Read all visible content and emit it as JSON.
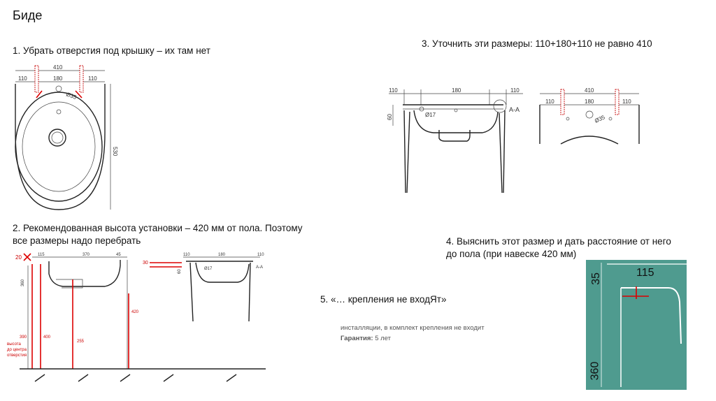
{
  "title": "Биде",
  "notes": [
    "1. Убрать отверстия под крышку – их там нет",
    "2. Рекомендованная высота установки – 420 мм от пола. Поэтому все размеры надо перебрать",
    "3. Уточнить эти размеры: 110+180+110 не равно 410",
    "4. Выяснить этот размер и дать расстояние от него до пола (при навеске 420 мм)",
    "5. «… крепления не входЯт»"
  ],
  "quote": {
    "line1": "инсталляции, в комплект крепления не входит",
    "guarantee_label": "Гарантия:",
    "guarantee_value": "5 лет"
  },
  "drawing1": {
    "total": "410",
    "left": "110",
    "mid": "180",
    "right": "110",
    "hole": "Ø35",
    "depth": "530"
  },
  "drawing2": {
    "mark20": "20",
    "d115": "115",
    "d370": "370",
    "d45": "45",
    "d360": "360",
    "d420": "420",
    "d390": "390",
    "d400": "400",
    "d255": "255",
    "note1": "высота",
    "note2": "до центра",
    "note3": "отверстия",
    "mark30": "30",
    "s110a": "110",
    "s180": "180",
    "s110b": "110",
    "s60": "60",
    "s17": "Ø17",
    "sAA": "A-A"
  },
  "drawing3": {
    "left": "110",
    "mid": "180",
    "right": "110",
    "depth": "60",
    "hole": "Ø17",
    "section": "A-A"
  },
  "drawing4": {
    "total": "410",
    "left": "110",
    "mid": "180",
    "right": "110",
    "hole": "Ø35"
  },
  "zoom": {
    "top": "35",
    "width": "115",
    "bottom": "360",
    "bg_color": "#4f9b8f"
  }
}
